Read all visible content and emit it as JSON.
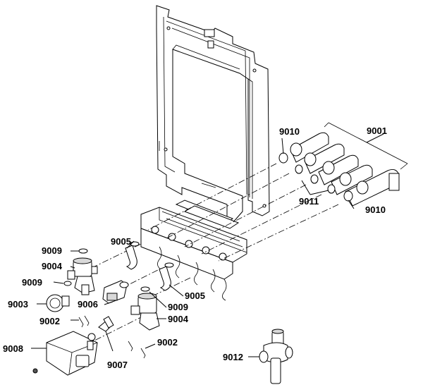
{
  "callouts": {
    "c9001": "9001",
    "c9002a": "9002",
    "c9002b": "9002",
    "c9003": "9003",
    "c9004a": "9004",
    "c9004b": "9004",
    "c9005a": "9005",
    "c9005b": "9005",
    "c9006": "9006",
    "c9007": "9007",
    "c9008": "9008",
    "c9009a": "9009",
    "c9009b": "9009",
    "c9009c": "9009",
    "c9010a": "9010",
    "c9010b": "9010",
    "c9011": "9011",
    "c9012": "9012"
  }
}
